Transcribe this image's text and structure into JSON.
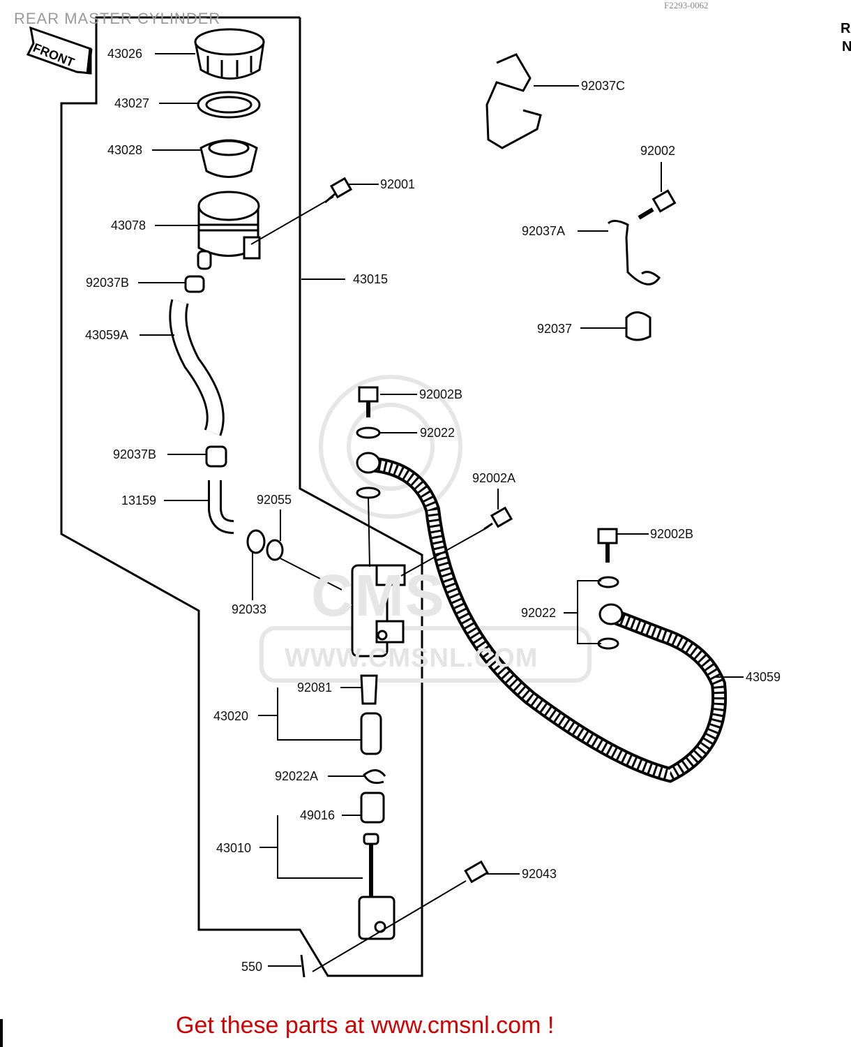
{
  "page": {
    "title": "REAR MASTER CYLINDER",
    "reference_code": "F2293-0062",
    "corner_text_1": "R",
    "corner_text_2": "N",
    "front_label": "FRONT",
    "watermark_logo": "CMS",
    "watermark_url": "WWW.CMSNL.COM",
    "footer": "Get these parts at www.cmsnl.com !",
    "footer_color": "#d40000"
  },
  "parts": {
    "p43026": "43026",
    "p43027": "43027",
    "p43028": "43028",
    "p92001": "92001",
    "p43078": "43078",
    "p92037B_top": "92037B",
    "p43015": "43015",
    "p43059A": "43059A",
    "p92037B_bot": "92037B",
    "p13159": "13159",
    "p92055": "92055",
    "p92033": "92033",
    "p92037C": "92037C",
    "p92002": "92002",
    "p92037A": "92037A",
    "p92037": "92037",
    "p92002B_top": "92002B",
    "p92022": "92022",
    "p92002A": "92002A",
    "p92002B_right": "92002B",
    "p92022_right": "92022",
    "p43059": "43059",
    "p92081": "92081",
    "p43020": "43020",
    "p92022A": "92022A",
    "p49016": "49016",
    "p43010": "43010",
    "p92043": "92043",
    "p550": "550"
  }
}
